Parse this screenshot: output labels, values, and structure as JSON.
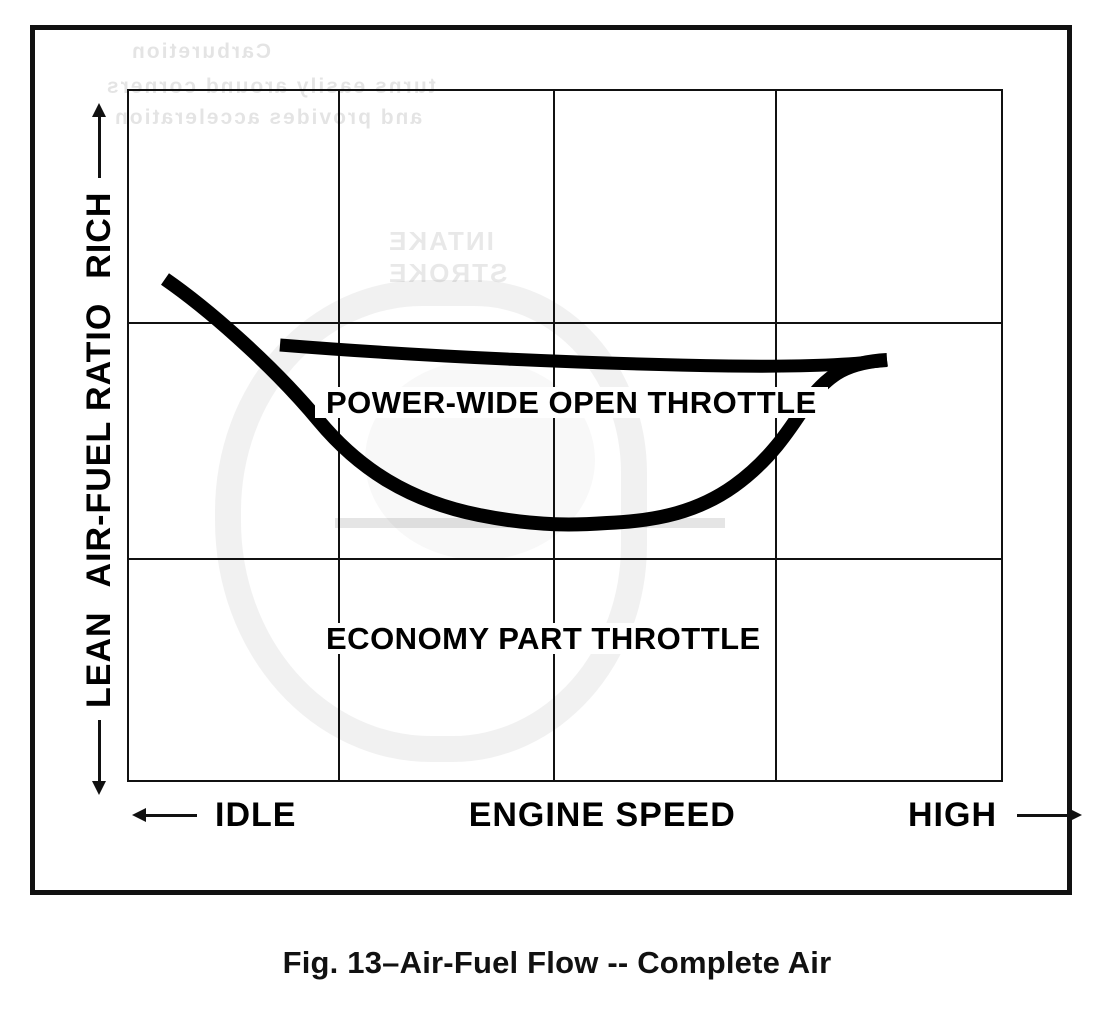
{
  "figure": {
    "caption": "Fig. 13–Air-Fuel Flow -- Complete Air"
  },
  "axes": {
    "y": {
      "title": "AIR-FUEL RATIO",
      "high_label": "RICH",
      "low_label": "LEAN",
      "high_arrow": "arrow-up-icon",
      "low_arrow": "arrow-down-icon"
    },
    "x": {
      "title": "ENGINE  SPEED",
      "low_label": "IDLE",
      "high_label": "HIGH",
      "low_arrow": "arrow-left-icon",
      "high_arrow": "arrow-right-icon"
    }
  },
  "series_labels": {
    "power": "POWER-WIDE OPEN THROTTLE",
    "economy": "ECONOMY PART THROTTLE"
  },
  "ghost_text": {
    "line1": "INTAKE",
    "line2": "STROKE",
    "top1": "Carburetion",
    "top2": "turns easily around corners",
    "top3": "and provides acceleration"
  },
  "colors": {
    "ink": "#111111",
    "paper": "#ffffff",
    "curve": "#000000"
  },
  "chart_data": {
    "type": "line",
    "title": "Fig. 13–Air-Fuel Flow -- Complete Air",
    "xlabel": "ENGINE  SPEED",
    "ylabel": "AIR-FUEL RATIO",
    "xlim": [
      0,
      100
    ],
    "ylim": [
      0,
      100
    ],
    "x_tick_labels": [
      "IDLE",
      "HIGH"
    ],
    "y_tick_labels": [
      "LEAN",
      "RICH"
    ],
    "grid": true,
    "gridlines": {
      "vertical_x": [
        30.5,
        61.0,
        86.5
      ],
      "horizontal_y": [
        66.4,
        32.3
      ]
    },
    "legend": "none (inline series labels)",
    "annotations": [
      {
        "text": "POWER-WIDE OPEN THROTTLE",
        "x": 14,
        "y": 68
      },
      {
        "text": "ECONOMY PART THROTTLE",
        "x": 14,
        "y": 34
      }
    ],
    "series": [
      {
        "name": "POWER-WIDE OPEN THROTTLE",
        "x": [
          17.2,
          31.5,
          48.0,
          62.0,
          76.0,
          84.0,
          88.0
        ],
        "y": [
          62.8,
          61.5,
          60.2,
          59.5,
          59.0,
          58.9,
          59.1
        ]
      },
      {
        "name": "ECONOMY PART THROTTLE",
        "x": [
          4.1,
          11.0,
          18.0,
          25.5,
          33.0,
          42.0,
          52.0,
          61.0,
          66.0,
          71.0,
          76.0,
          81.0,
          85.0,
          88.0
        ],
        "y": [
          72.9,
          68.0,
          60.0,
          50.0,
          42.5,
          38.0,
          35.5,
          34.6,
          35.4,
          38.5,
          45.0,
          53.0,
          58.0,
          59.1
        ]
      }
    ]
  }
}
